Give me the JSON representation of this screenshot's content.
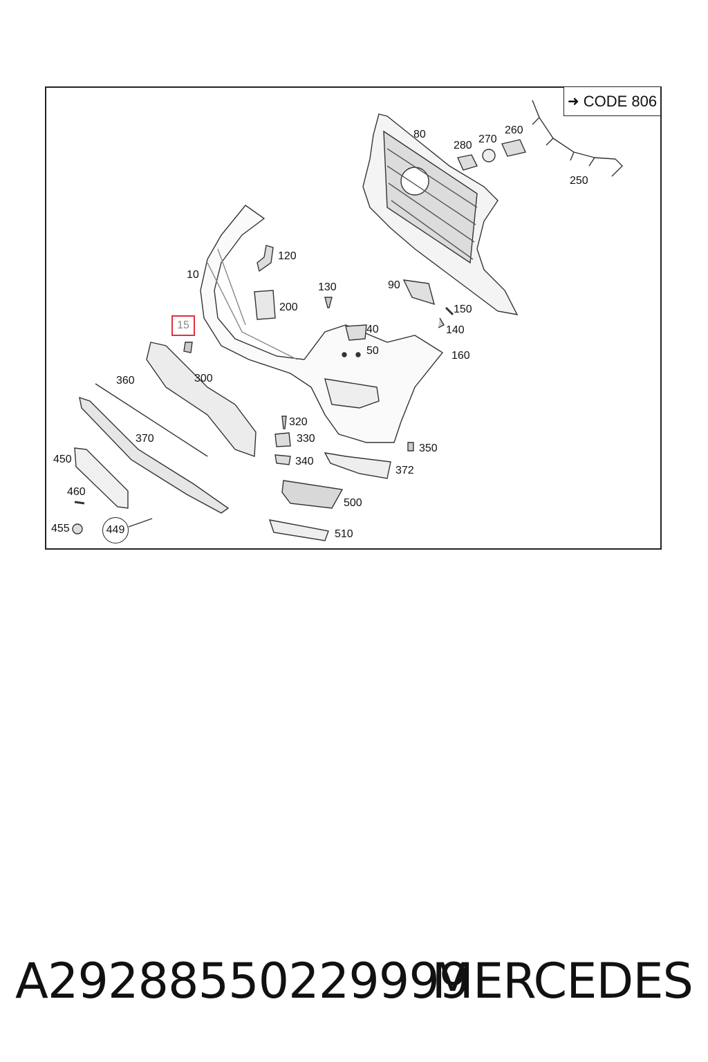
{
  "diagram": {
    "code_label": "CODE 806",
    "code_arrow_icon": "arrow-right-icon",
    "callouts": {
      "c10": "10",
      "c15": "15",
      "c40": "40",
      "c50": "50",
      "c80": "80",
      "c90": "90",
      "c120": "120",
      "c130": "130",
      "c140": "140",
      "c150": "150",
      "c160": "160",
      "c200": "200",
      "c250": "250",
      "c260": "260",
      "c270": "270",
      "c280": "280",
      "c300": "300",
      "c320": "320",
      "c330": "330",
      "c340": "340",
      "c350": "350",
      "c360": "360",
      "c370": "370",
      "c372": "372",
      "c449": "449",
      "c450": "450",
      "c455": "455",
      "c460": "460",
      "c500": "500",
      "c510": "510"
    },
    "highlight_color": "#e03040"
  },
  "footer": {
    "part_number": "A29288550229999",
    "brand": "MERCEDES"
  }
}
